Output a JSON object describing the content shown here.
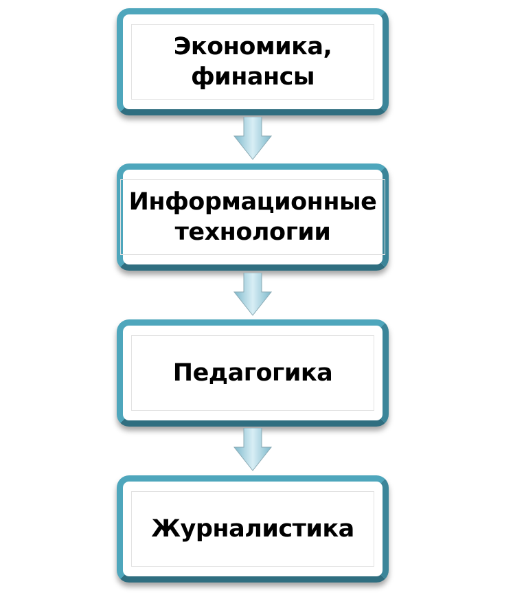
{
  "diagram": {
    "steps": [
      {
        "label": "Экономика, финансы"
      },
      {
        "label": "Информационные технологии"
      },
      {
        "label": "Педагогика"
      },
      {
        "label": "Журналистика"
      }
    ],
    "colors": {
      "border": "#4ea6bc",
      "arrow": "#a9d6e5"
    }
  }
}
